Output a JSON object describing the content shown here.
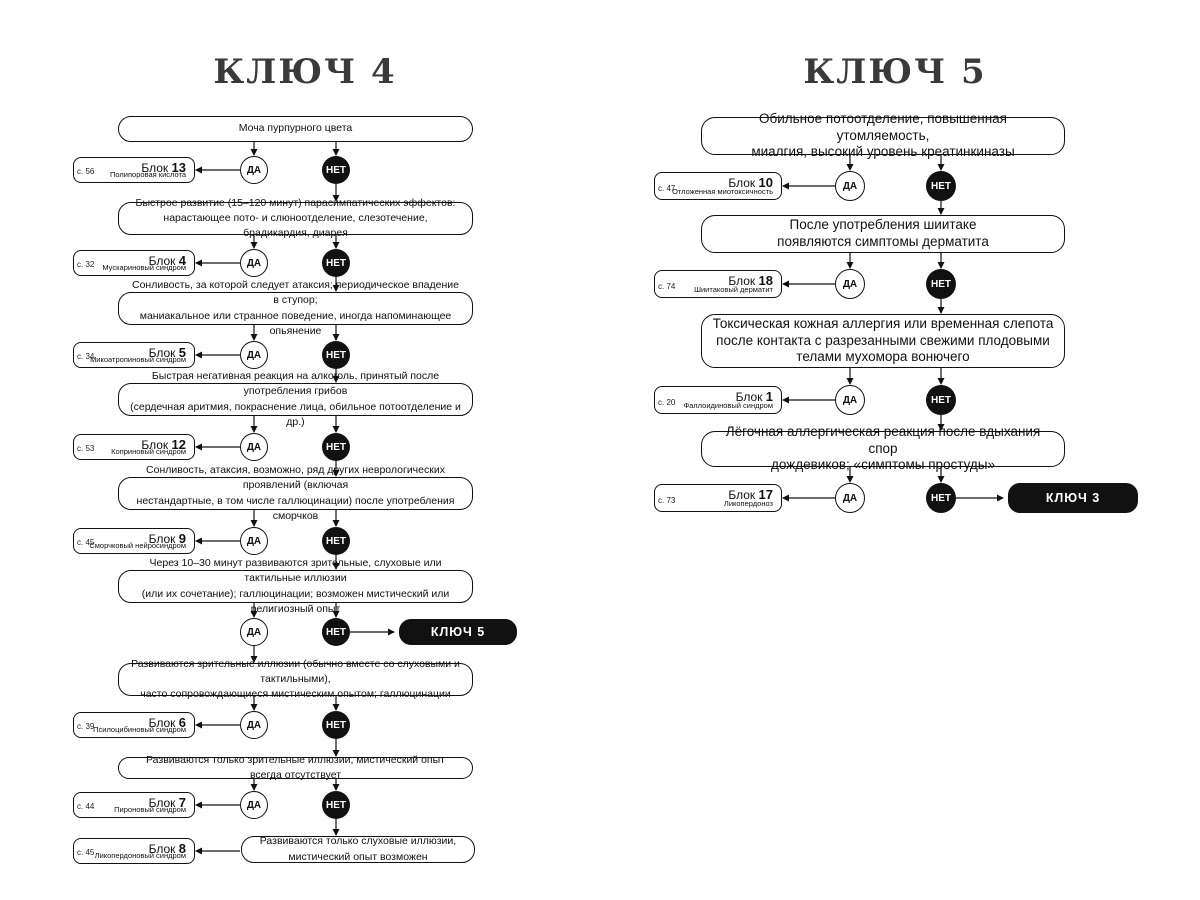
{
  "left": {
    "title": "КЛЮЧ 4",
    "questions": [
      "Моча пурпурного цвета",
      "Быстрое развитие (15–120 минут) парасимпатических эффектов:\nнарастающее пото- и слюноотделение, слезотечение, брадикардия, диарея",
      "Сонливость, за которой следует атаксия; периодическое впадение в ступор;\nманиакальное или странное поведение, иногда напоминающее опьянение",
      "Быстрая негативная реакция на алкоголь, принятый после употребления грибов\n(сердечная аритмия, покраснение лица, обильное потоотделение и др.)",
      "Сонливость, атаксия, возможно, ряд других неврологических проявлений (включая\nнестандартные, в том числе галлюцинации) после употребления сморчков",
      "Через 10–30 минут развиваются зрительные, слуховые или тактильные иллюзии\n(или их сочетание); галлюцинации; возможен мистический или религиозный опыт",
      "Развиваются зрительные иллюзии (обычно вместе со слуховыми и тактильными),\nчасто сопровождающиеся мистическим опытом; галлюцинации",
      "Развиваются только зрительные иллюзии, мистический опыт всегда отсутствует",
      "Развиваются только слуховые иллюзии,\nмистический опыт возможен"
    ],
    "results": [
      {
        "page": "с. 56",
        "block": "Блок",
        "num": "13",
        "name": "Полипоровая кислота"
      },
      {
        "page": "с. 32",
        "block": "Блок",
        "num": "4",
        "name": "Мускариновый синдром"
      },
      {
        "page": "с. 34",
        "block": "Блок",
        "num": "5",
        "name": "Микоатропиновый синдром"
      },
      {
        "page": "с. 53",
        "block": "Блок",
        "num": "12",
        "name": "Коприновый синдром"
      },
      {
        "page": "с. 45",
        "block": "Блок",
        "num": "9",
        "name": "Сморчковый нейросиндром"
      },
      {
        "page": "с. 39",
        "block": "Блок",
        "num": "6",
        "name": "Псилоцибиновый синдром"
      },
      {
        "page": "с. 44",
        "block": "Блок",
        "num": "7",
        "name": "Пироновый синдром"
      },
      {
        "page": "с. 45",
        "block": "Блок",
        "num": "8",
        "name": "Ликопердоновый синдром"
      }
    ],
    "key_link": "КЛЮЧ 5"
  },
  "right": {
    "title": "КЛЮЧ 5",
    "questions": [
      "Обильное потоотделение, повышенная утомляемость,\nмиалгия, высокий уровень креатинкиназы",
      "После употребления шиитаке\nпоявляются симптомы дерматита",
      "Токсическая кожная аллергия или временная слепота\nпосле контакта с разрезанными свежими плодовыми\nтелами мухомора вонючего",
      "Лёгочная аллергическая реакция после вдыхания спор\nдождевиков; «симптомы простуды»"
    ],
    "results": [
      {
        "page": "с. 47",
        "block": "Блок",
        "num": "10",
        "name": "Отложенная миотоксичность"
      },
      {
        "page": "с. 74",
        "block": "Блок",
        "num": "18",
        "name": "Шиитаковый дерматит"
      },
      {
        "page": "с. 20",
        "block": "Блок",
        "num": "1",
        "name": "Фаллоидиновый синдром"
      },
      {
        "page": "с. 73",
        "block": "Блок",
        "num": "17",
        "name": "Ликопердоноз"
      }
    ],
    "key_link": "КЛЮЧ 3"
  },
  "labels": {
    "yes": "ДА",
    "no": "НЕТ"
  }
}
